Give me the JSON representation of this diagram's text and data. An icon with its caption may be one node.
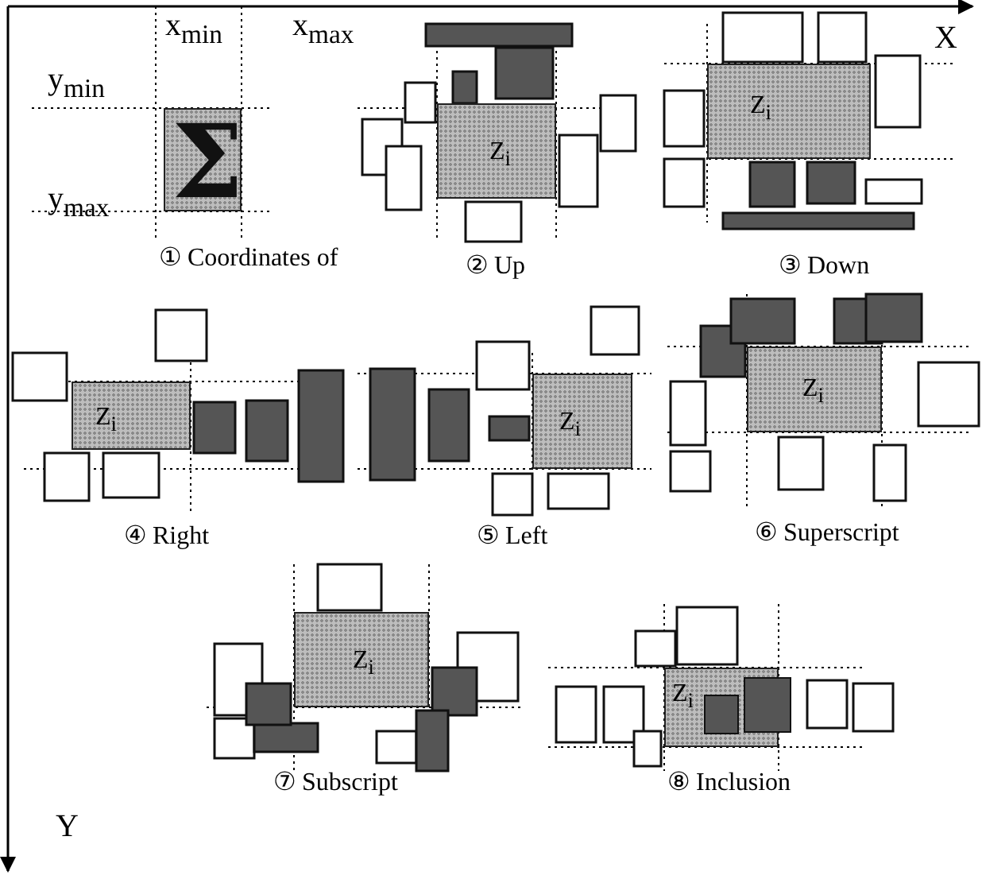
{
  "diagram": {
    "nodes": [
      {
        "text": [
          "Σ"
        ]
      },
      {
        "text": [
          "Z$_{i}$"
        ]
      },
      {
        "text": [
          "Z$_{i}$"
        ]
      },
      {
        "text": [
          "Z$_{i}$"
        ]
      },
      {
        "text": [
          "Z$_{i}$"
        ]
      },
      {
        "text": [
          "Z$_{i}$"
        ]
      },
      {
        "text": [
          "Z$_{i}$"
        ]
      },
      {
        "text": [
          "Z$_{i}$"
        ]
      }
    ],
    "labels": [
      "x$_{min}$",
      "x$_{max}$",
      "X",
      "y$_{min}$",
      "y$_{max}$",
      "① Coordinates of",
      "② Up",
      "③ Down",
      "④ Right",
      "⑤ Left",
      "⑥ Superscript",
      "⑦ Subscript",
      "⑧ Inclusion",
      "Y"
    ]
  }
}
